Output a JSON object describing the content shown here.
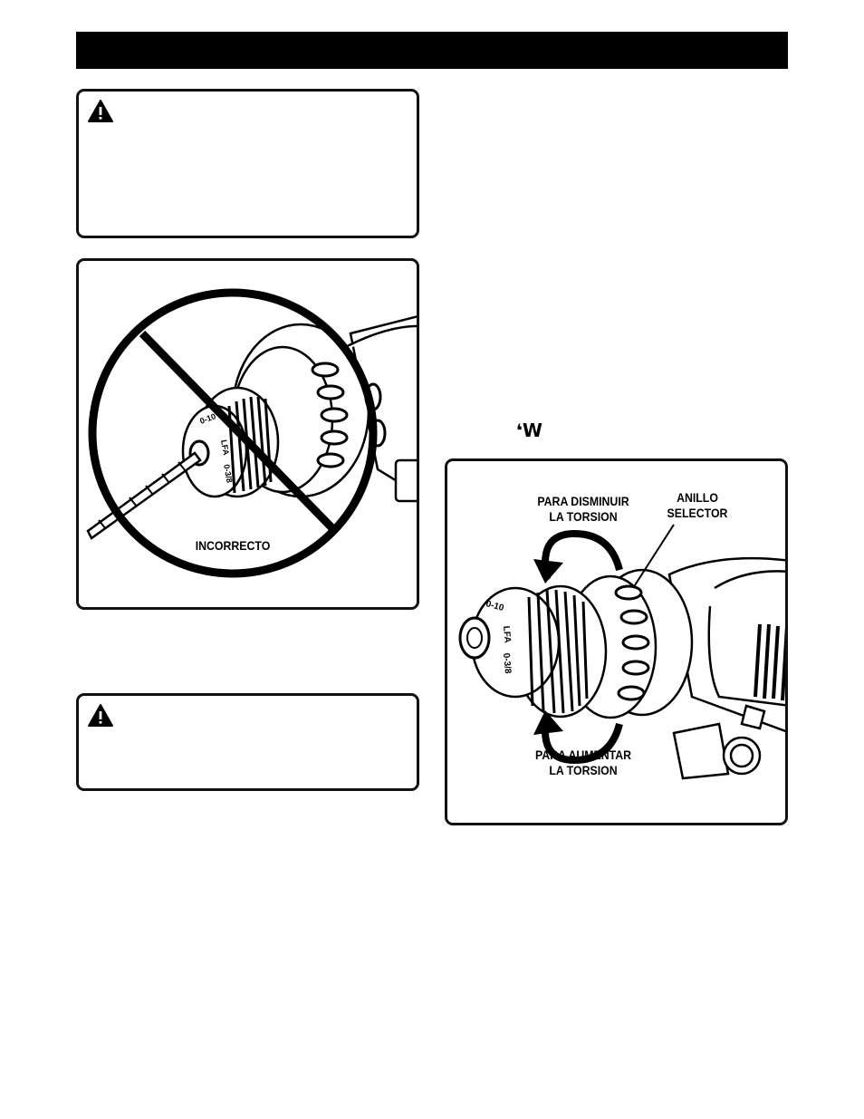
{
  "page": {
    "header_bar_color": "#000000"
  },
  "warning_box_1": {
    "icon": "warning-triangle-icon"
  },
  "figure_1": {
    "label": "INCORRECTO",
    "icon": "prohibition-sign-icon"
  },
  "warning_box_2": {
    "icon": "warning-triangle-icon"
  },
  "inline_glyph": {
    "text": "❛W"
  },
  "figure_2": {
    "label_decrease": "PARA DISMINUIR\nLA TORSION",
    "label_selector": "ANILLO\nSELECTOR",
    "label_increase": "PARA AUMENTAR\nLA TORSION",
    "chuck_markings": [
      "0-10",
      "LFA",
      "0-3/8"
    ]
  }
}
